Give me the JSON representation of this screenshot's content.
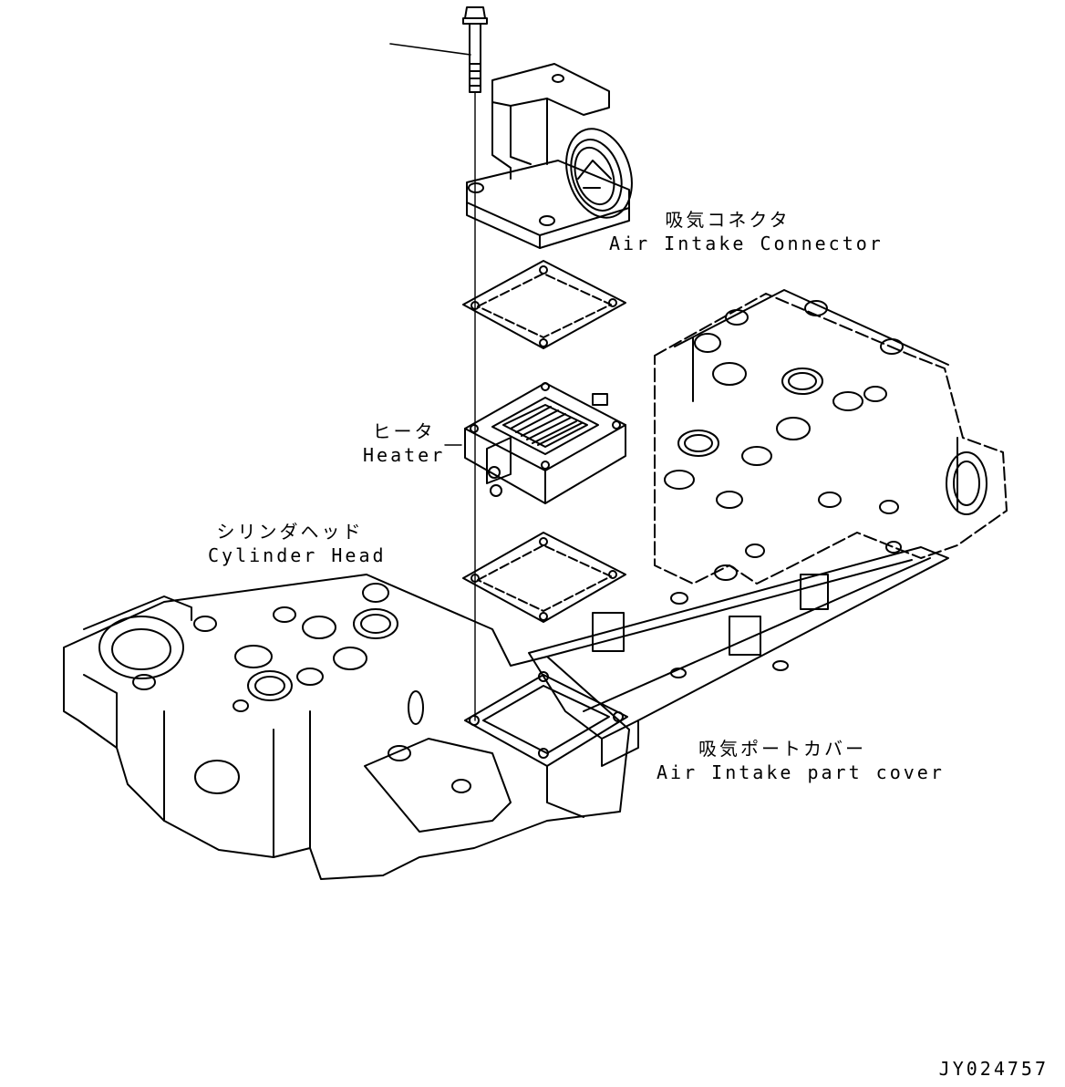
{
  "labels": {
    "air_intake_connector": {
      "jp": "吸気コネクタ",
      "en": "Air Intake Connector"
    },
    "heater": {
      "jp": "ヒータ",
      "en": "Heater"
    },
    "cylinder_head": {
      "jp": "シリンダヘッド",
      "en": "Cylinder Head"
    },
    "air_intake_port_cover": {
      "jp": "吸気ポートカバー",
      "en": "Air Intake part cover"
    }
  },
  "drawing_id": "JY024757"
}
